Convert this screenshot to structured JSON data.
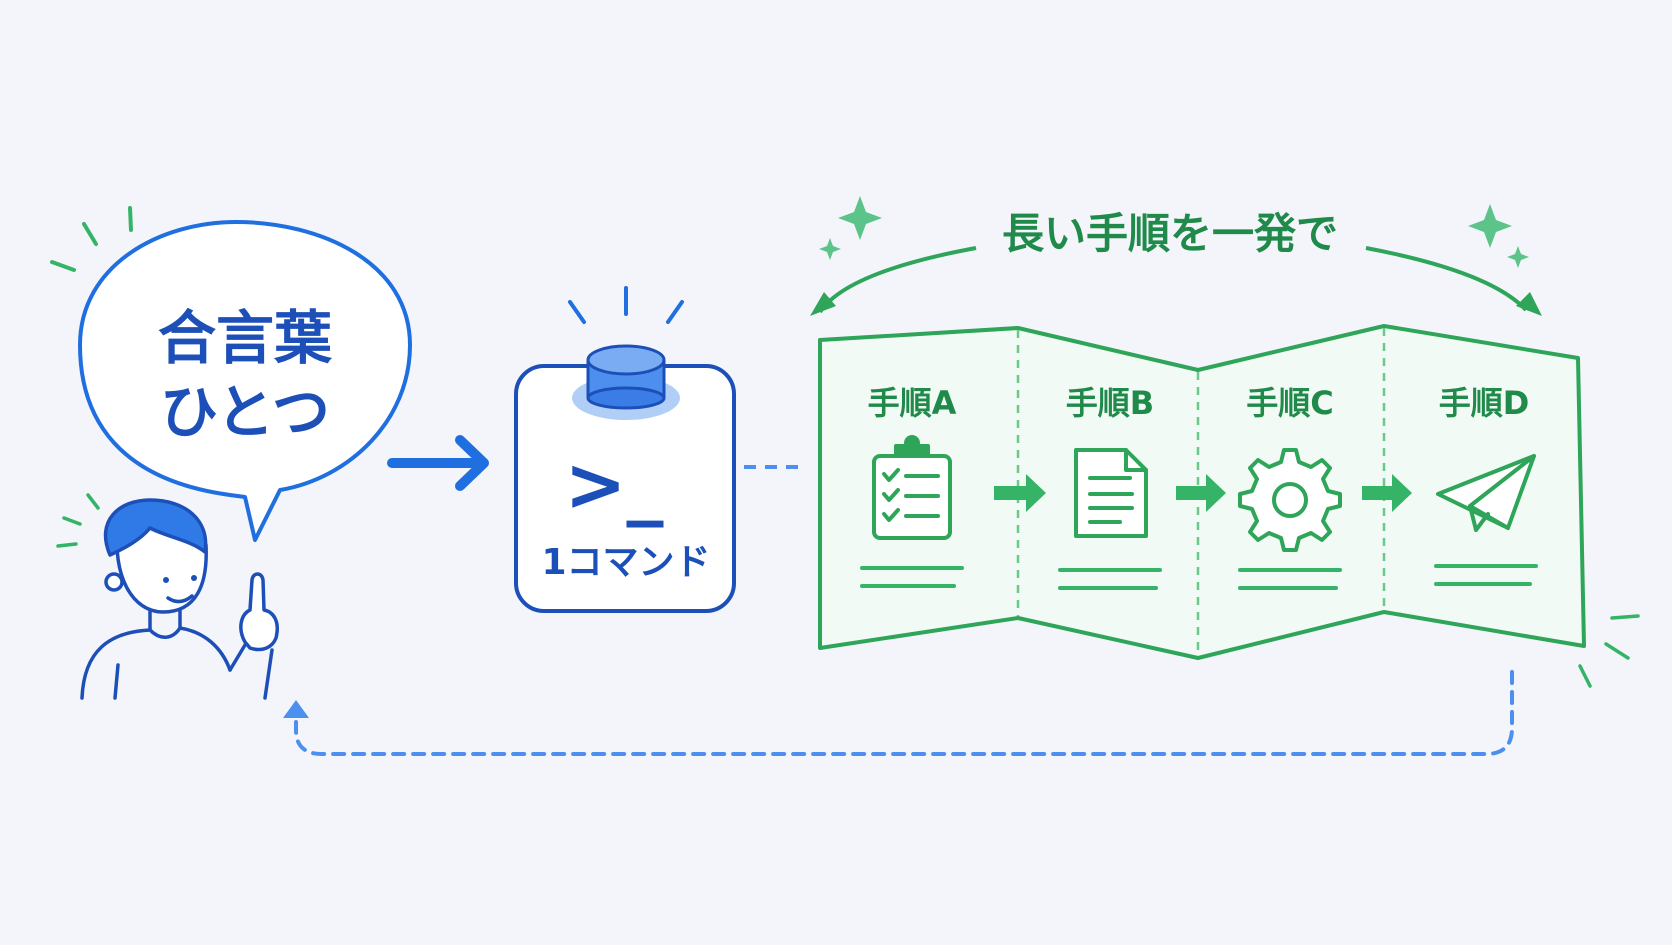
{
  "bubble": {
    "line1": "合言葉",
    "line2": "ひとつ"
  },
  "command": {
    "prompt_symbol": ">_",
    "label": "1コマンド"
  },
  "banner": {
    "text": "長い手順を一発で"
  },
  "steps": [
    {
      "label": "手順A",
      "icon": "clipboard-checklist-icon"
    },
    {
      "label": "手順B",
      "icon": "document-icon"
    },
    {
      "label": "手順C",
      "icon": "gear-icon"
    },
    {
      "label": "手順D",
      "icon": "paper-plane-icon"
    }
  ],
  "colors": {
    "blue": "#1f6fe0",
    "dark_blue": "#1d4fb8",
    "light_blue": "#6ea6f2",
    "green": "#2fa55a",
    "light_green": "#7dd39b",
    "background": "#f3f5fa"
  }
}
